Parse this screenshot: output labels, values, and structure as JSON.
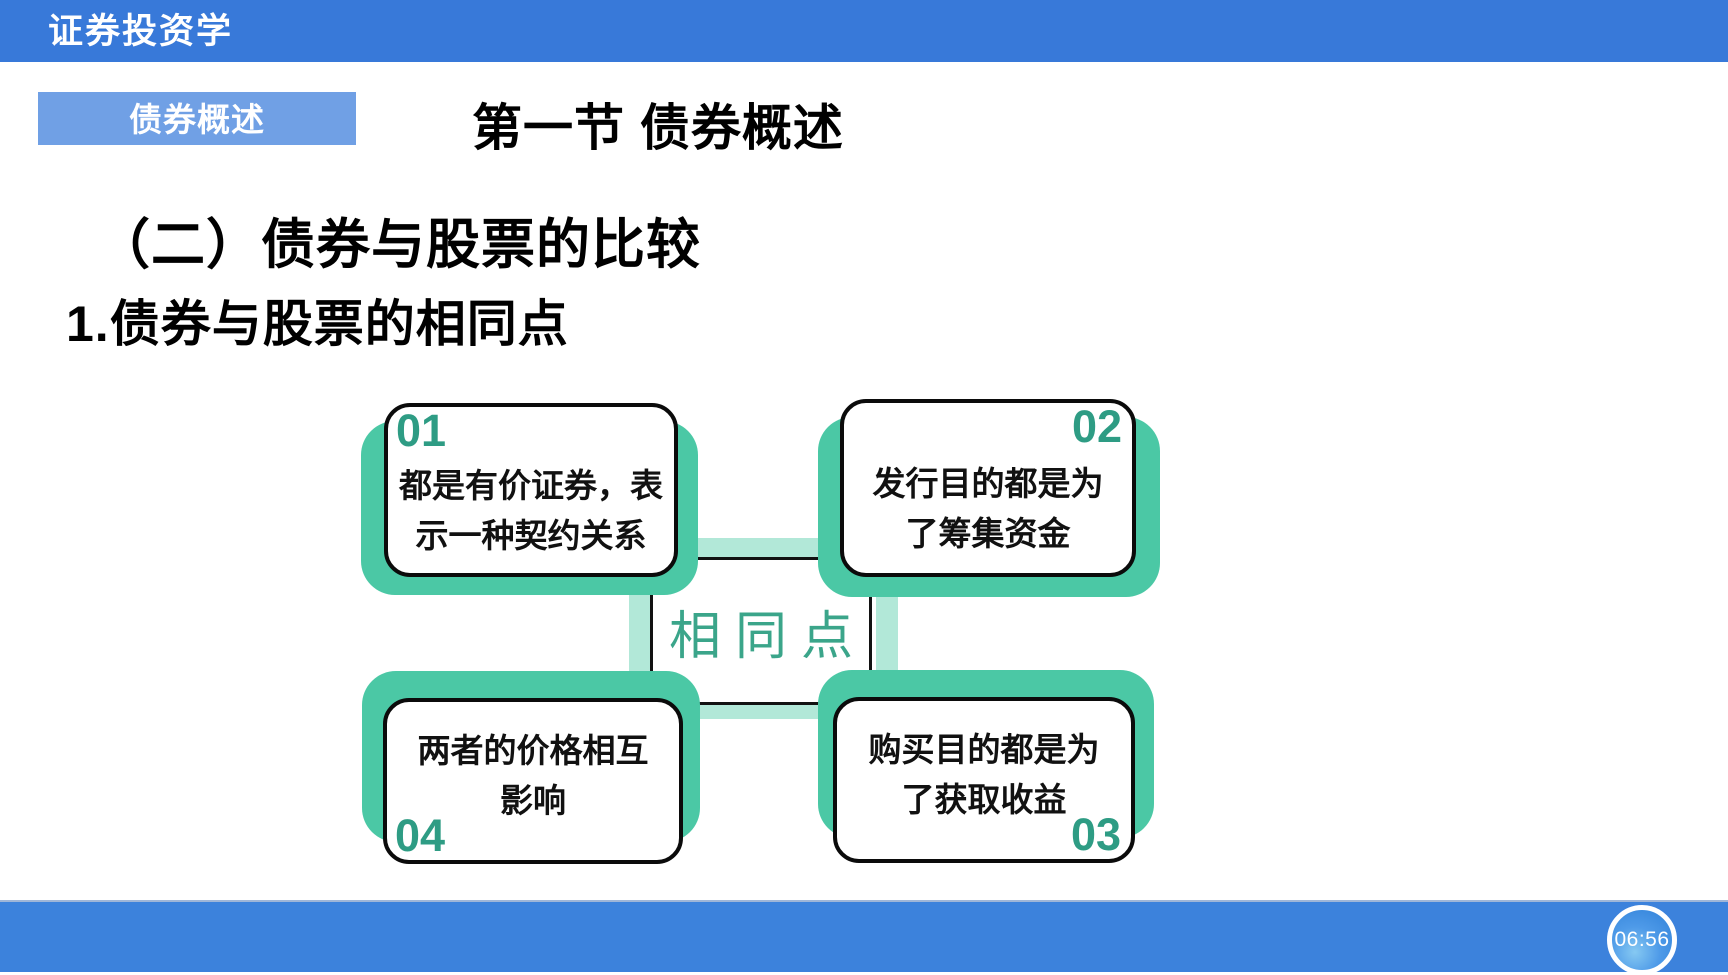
{
  "top_bar": {
    "course_title": "证券投资学"
  },
  "slide": {
    "topic_badge": "债券概述",
    "section_title": "第一节 债券概述",
    "heading": "（二）债券与股票的比较",
    "subheading": "1.债券与股票的相同点"
  },
  "diagram": {
    "center_label": "相同点",
    "items": [
      {
        "number": "01",
        "line1": "都是有价证券，表",
        "line2": "示一种契约关系"
      },
      {
        "number": "02",
        "line1": "发行目的都是为",
        "line2": "了筹集资金"
      },
      {
        "number": "03",
        "line1": "购买目的都是为",
        "line2": "了获取收益"
      },
      {
        "number": "04",
        "line1": "两者的价格相互",
        "line2": "影响"
      }
    ]
  },
  "footer": {
    "timestamp": "06:56"
  },
  "colors": {
    "top_bar_blue": "#3879d9",
    "bottom_bar_blue": "#3c82dc",
    "badge_blue": "#70a0e5",
    "card_shadow_teal": "#4bc8a5",
    "connector_mint": "#b2e8d8",
    "number_teal": "#2e9c84",
    "center_label_teal": "#3ba58a"
  }
}
